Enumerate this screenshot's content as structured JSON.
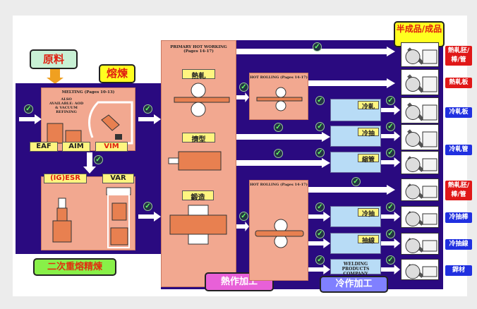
{
  "raw_material": "原料",
  "melting_label": "熔煉",
  "melting": {
    "title": "MELTING (Pages 10-13)",
    "note": "ALSO AVAILABLE: AOD & VACUUM REFINING",
    "methods": [
      "EAF",
      "AIM",
      "VIM"
    ]
  },
  "remelting": {
    "methods": [
      "(IG)ESR",
      "VAR"
    ],
    "label": "二次重熔精煉"
  },
  "primary": {
    "title": "PRIMARY HOT WORKING (Pages 14-17)",
    "processes": [
      "熱軋",
      "擠型",
      "鍛造"
    ],
    "label": "熱作加工"
  },
  "hot_rolling": [
    {
      "title": "HOT ROLLING (Pages 14-17)"
    },
    {
      "title": "HOT ROLLING (Pages 14-17)"
    }
  ],
  "cold": {
    "processes": [
      "冷軋",
      "冷抽",
      "縮管",
      "冷抽",
      "抽線"
    ],
    "welding": "WELDING PRODUCTS COMPANY",
    "label": "冷作加工"
  },
  "products_title": "半成品/成品",
  "products": [
    {
      "label": "熱軋胚/棒/管",
      "color": "#e01818"
    },
    {
      "label": "熱軋板",
      "color": "#e01818"
    },
    {
      "label": "冷軋板",
      "color": "#2030e0"
    },
    {
      "label": "冷軋管",
      "color": "#2030e0"
    },
    {
      "label": "熱軋胚/棒/管",
      "color": "#e01818"
    },
    {
      "label": "冷抽棒",
      "color": "#2030e0"
    },
    {
      "label": "冷抽線",
      "color": "#2030e0"
    },
    {
      "label": "銲材",
      "color": "#2030e0"
    }
  ]
}
